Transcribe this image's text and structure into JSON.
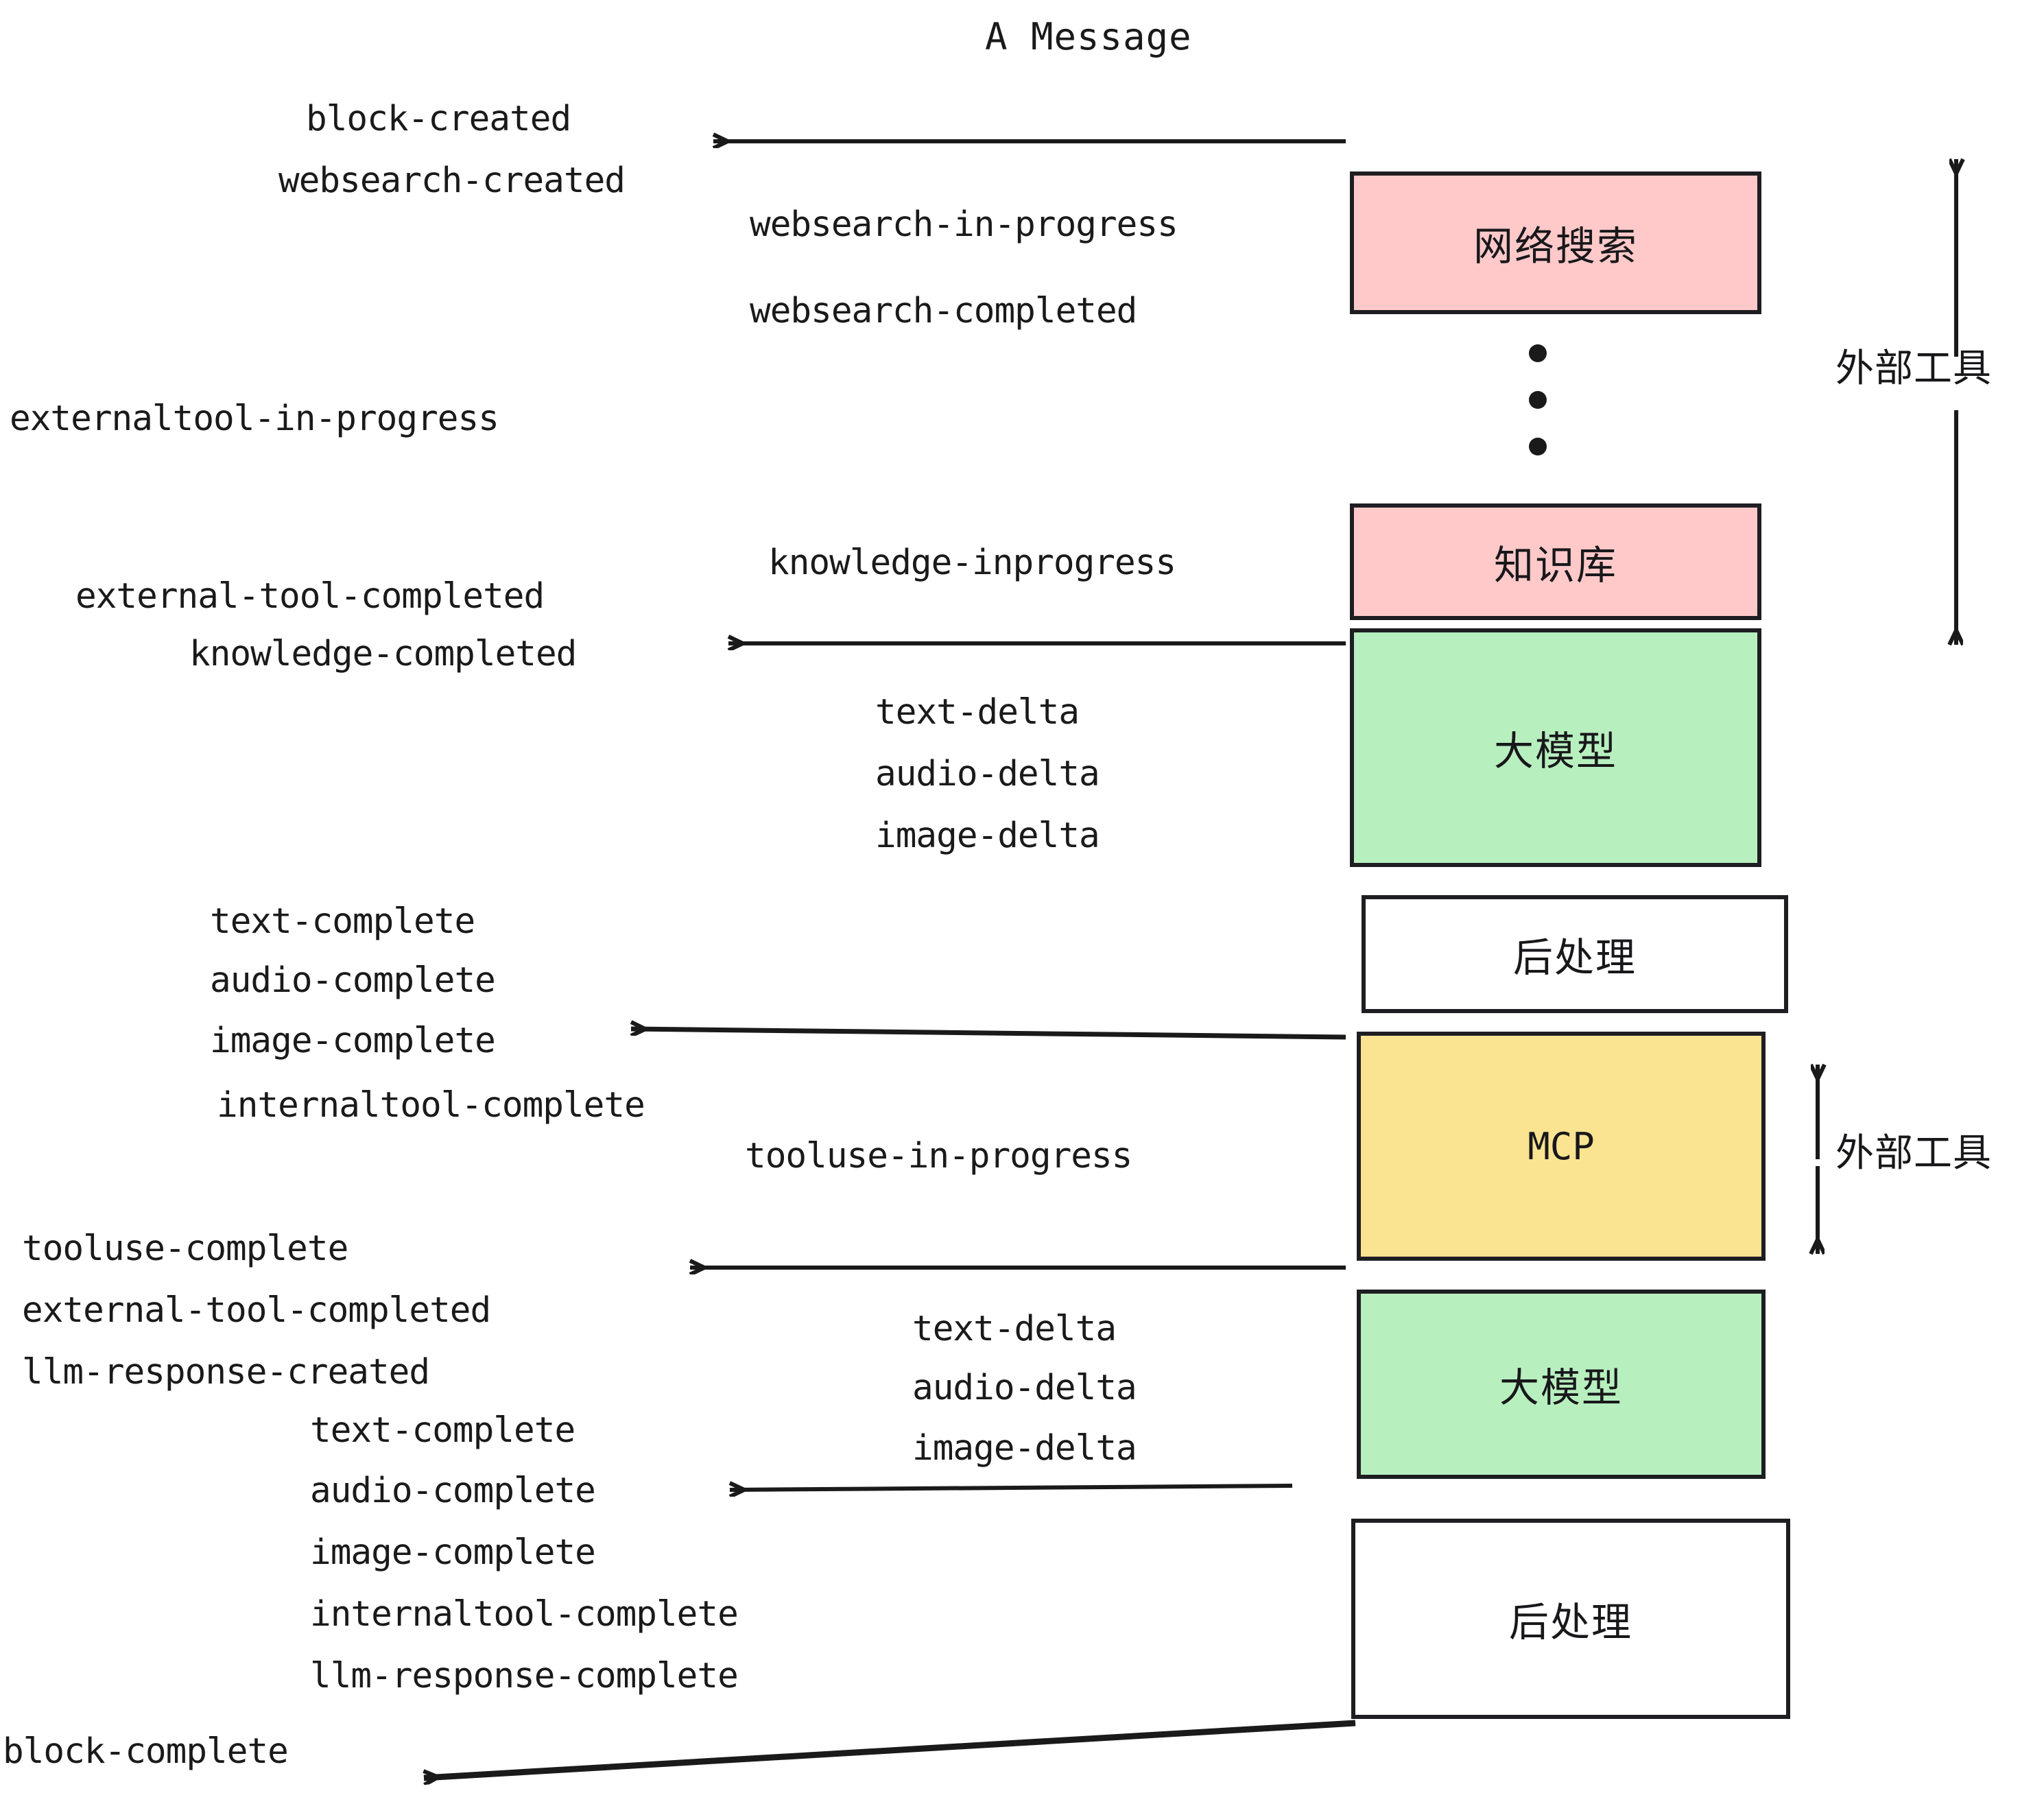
{
  "title": "A Message",
  "nodes": [
    {
      "id": "websearch",
      "label": "网络搜索",
      "color": "#FFC9C9"
    },
    {
      "id": "knowledge",
      "label": "知识库",
      "color": "#FFC9C9"
    },
    {
      "id": "llm-top",
      "label": "大模型",
      "color": "#B8EFBF"
    },
    {
      "id": "postprocess-top",
      "label": "后处理",
      "color": "#FFFFFF"
    },
    {
      "id": "mcp",
      "label": "MCP",
      "color": "#FAE391"
    },
    {
      "id": "llm-bottom",
      "label": "大模型",
      "color": "#B8EFBF"
    },
    {
      "id": "postprocess-bottom",
      "label": "后处理",
      "color": "#FFFFFF"
    }
  ],
  "side_labels": {
    "external_tool_top": "外部工具",
    "external_tool_bottom": "外部工具"
  },
  "events": {
    "block_created": "block-created",
    "websearch_created": "websearch-created",
    "websearch_in_progress": "websearch-in-progress",
    "websearch_completed": "websearch-completed",
    "externaltool_in_progress": "externaltool-in-progress",
    "knowledge_inprogress": "knowledge-inprogress",
    "external_tool_completed_1": "external-tool-completed",
    "knowledge_completed": "knowledge-completed",
    "text_delta_1": "text-delta",
    "audio_delta_1": "audio-delta",
    "image_delta_1": "image-delta",
    "text_complete_1": "text-complete",
    "audio_complete_1": "audio-complete",
    "image_complete_1": "image-complete",
    "internaltool_complete_1": "internaltool-complete",
    "tooluse_in_progress": "tooluse-in-progress",
    "tooluse_complete": "tooluse-complete",
    "external_tool_completed_2": "external-tool-completed",
    "llm_response_created": "llm-response-created",
    "text_delta_2": "text-delta",
    "audio_delta_2": "audio-delta",
    "image_delta_2": "image-delta",
    "text_complete_2": "text-complete",
    "audio_complete_2": "audio-complete",
    "image_complete_2": "image-complete",
    "internaltool_complete_2": "internaltool-complete",
    "llm_response_complete": "llm-response-complete",
    "block_complete": "block-complete"
  },
  "colors": {
    "pink": "#FFC9C9",
    "green": "#B8EFBF",
    "yellow": "#FAE391",
    "white": "#FFFFFF",
    "stroke": "#1e1e22",
    "text": "#1a1a1a"
  }
}
